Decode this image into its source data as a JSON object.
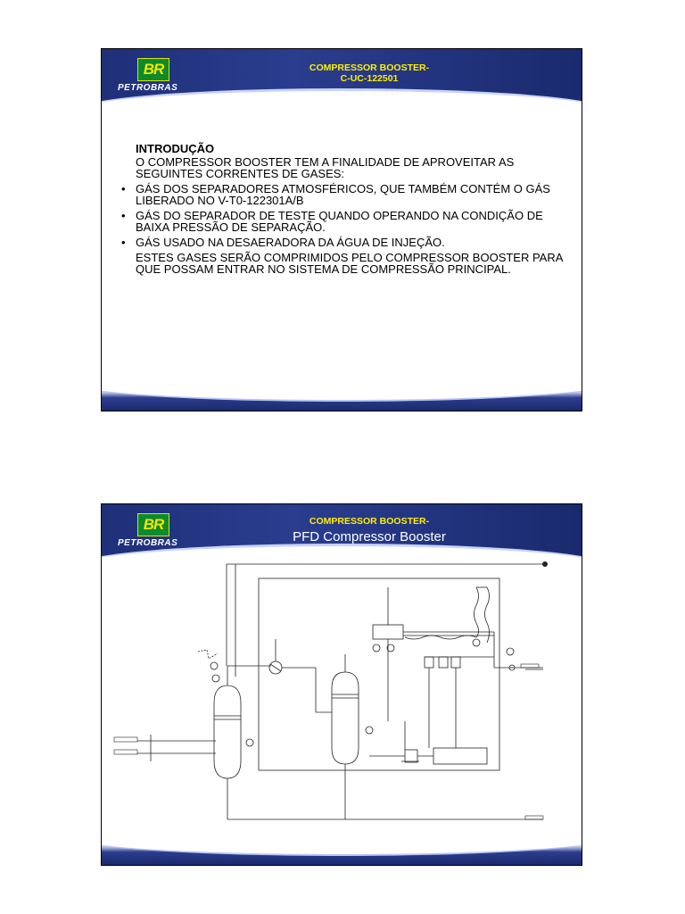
{
  "slide1": {
    "logo": {
      "br": "BR",
      "company": "PETROBRAS"
    },
    "title_line1": "COMPRESSOR BOOSTER-",
    "title_line2": "C-UC-122501",
    "heading": "INTRODUÇÃO",
    "intro": "O COMPRESSOR BOOSTER TEM A FINALIDADE DE APROVEITAR AS SEGUINTES CORRENTES DE GASES:",
    "bullets": [
      "GÁS DOS SEPARADORES ATMOSFÉRICOS, QUE TAMBÉM CONTÉM O GÁS LIBERADO NO V-T0-122301A/B",
      "GÁS DO SEPARADOR DE TESTE QUANDO OPERANDO NA CONDIÇÃO DE BAIXA PRESSÃO DE SEPARAÇÃO.",
      "GÁS USADO NA DESAERADORA DA ÁGUA DE INJEÇÃO."
    ],
    "closing": "ESTES GASES SERÃO COMPRIMIDOS PELO COMPRESSOR BOOSTER PARA QUE POSSAM ENTRAR NO SISTEMA DE COMPRESSÃO PRINCIPAL."
  },
  "slide2": {
    "logo": {
      "br": "BR",
      "company": "PETROBRAS"
    },
    "title_line1": "COMPRESSOR BOOSTER-",
    "subtitle": "PFD Compressor Booster"
  },
  "colors": {
    "header_blue": "#1f2f78",
    "title_yellow": "#ffee00",
    "logo_green": "#0d8a2e",
    "logo_yellow": "#f2e600"
  }
}
